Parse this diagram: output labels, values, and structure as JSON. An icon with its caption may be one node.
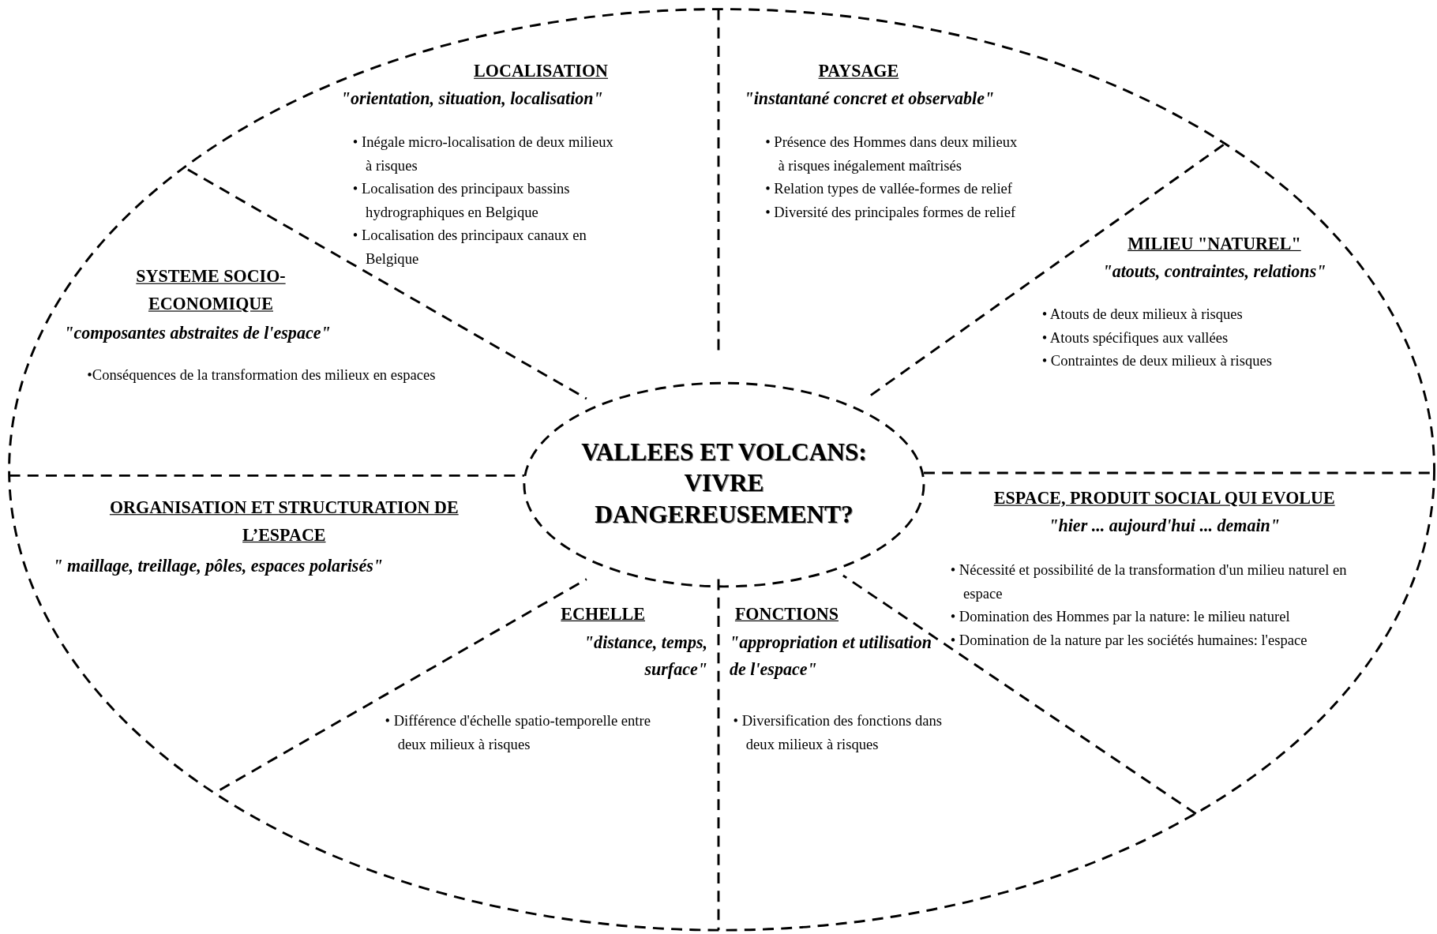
{
  "diagram": {
    "nodes": [
      {
        "text": [
          "VALLEES ET VOLCANS: VIVRE DANGEREUSEMENT?"
        ]
      },
      {
        "text": [
          "LOCALISATION",
          "\"orientation, situation, localisation\"",
          "• Inégale micro-localisation de deux milieux à risques",
          "• Localisation des principaux bassins hydrographiques en Belgique",
          "• Localisation des principaux canaux en Belgique"
        ]
      },
      {
        "text": [
          "PAYSAGE",
          "\"instantané concret et observable\"",
          "• Présence des Hommes dans deux milieux à risques inégalement maîtrisés",
          "• Relation types de vallée-formes de relief",
          "• Diversité des principales formes de relief"
        ]
      },
      {
        "text": [
          "MILIEU \"NATUREL\"",
          "\"atouts, contraintes, relations\"",
          "• Atouts de deux milieux à risques",
          "• Atouts spécifiques aux vallées",
          "• Contraintes de deux milieux à risques"
        ]
      },
      {
        "text": [
          "SYSTEME SOCIO-ECONOMIQUE",
          "\"composantes abstraites de l'espace\"",
          "•Conséquences de la transformation des milieux en espaces"
        ]
      },
      {
        "text": [
          "ORGANISATION ET STRUCTURATION DE L’ESPACE",
          "\" maillage, treillage, pôles, espaces polarisés\""
        ]
      },
      {
        "text": [
          "ECHELLE",
          "\"distance, temps, surface\"",
          "• Différence d'échelle spatio-temporelle entre deux milieux à risques"
        ]
      },
      {
        "text": [
          "FONCTIONS",
          "\"appropriation et utilisation de l'espace\"",
          "• Diversification des fonctions dans deux milieux à risques"
        ]
      },
      {
        "text": [
          "ESPACE, PRODUIT SOCIAL QUI EVOLUE",
          "\"hier ... aujourd'hui ... demain\"",
          "• Nécessité et possibilité de la transformation d'un milieu naturel en espace",
          "• Domination des Hommes par la nature: le milieu naturel",
          "• Domination de la nature par les sociétés humaines: l'espace"
        ]
      }
    ]
  }
}
